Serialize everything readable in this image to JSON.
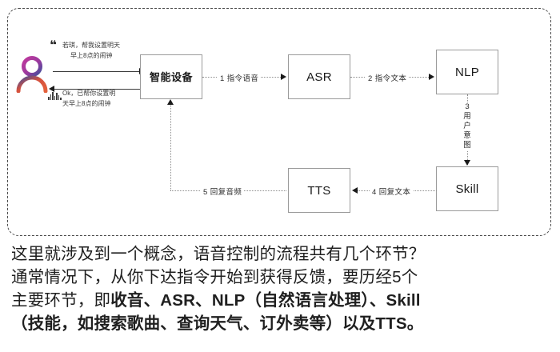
{
  "diagram": {
    "nodes": [
      {
        "id": "device",
        "label": "智能设备"
      },
      {
        "id": "asr",
        "label": "ASR"
      },
      {
        "id": "nlp",
        "label": "NLP"
      },
      {
        "id": "tts",
        "label": "TTS"
      },
      {
        "id": "skill",
        "label": "Skill"
      }
    ],
    "edges": [
      {
        "id": "e1",
        "label": "1 指令语音",
        "from": "device",
        "to": "asr"
      },
      {
        "id": "e2",
        "label": "2 指令文本",
        "from": "asr",
        "to": "nlp"
      },
      {
        "id": "e3",
        "label": "3 用户意图",
        "from": "nlp",
        "to": "skill",
        "orientation": "vertical"
      },
      {
        "id": "e4",
        "label": "4 回复文本",
        "from": "skill",
        "to": "tts"
      },
      {
        "id": "e5",
        "label": "5 回复音频",
        "from": "tts",
        "to": "device"
      }
    ],
    "edge3_chars": [
      "3",
      "用",
      "户",
      "意",
      "图"
    ],
    "user": {
      "avatar_icon": "person-avatar-icon",
      "request_icon": "quote-icon",
      "request_text_line1": "若琪，帮我设置明天",
      "request_text_line2": "早上8点的闹钟",
      "reply_icon": "audio-waveform-icon",
      "reply_text_line1": "Ok，已帮你设置明",
      "reply_text_line2": "天早上8点的闹钟"
    },
    "colors": {
      "avatar_head": "#b5369b",
      "avatar_head_alt": "#5a3fa0",
      "avatar_body": "#e05a3c",
      "avatar_body_alt": "#3b4b8f",
      "node_border": "#9a9a9a",
      "frame_border": "#4a4a4a",
      "connector": "#8d8d8d"
    }
  },
  "caption": {
    "line1": "这里就涉及到一个概念，语音控制的流程共有几个环节？",
    "line2": "通常情况下，从你下达指令开始到获得反馈，要历经5个",
    "line3_normal": "主要环节，即",
    "line3_bold": "收音、ASR、NLP（自然语言处理）、Skill",
    "line4_bold": "（技能，如搜索歌曲、查询天气、订外卖等）以及TTS。"
  }
}
